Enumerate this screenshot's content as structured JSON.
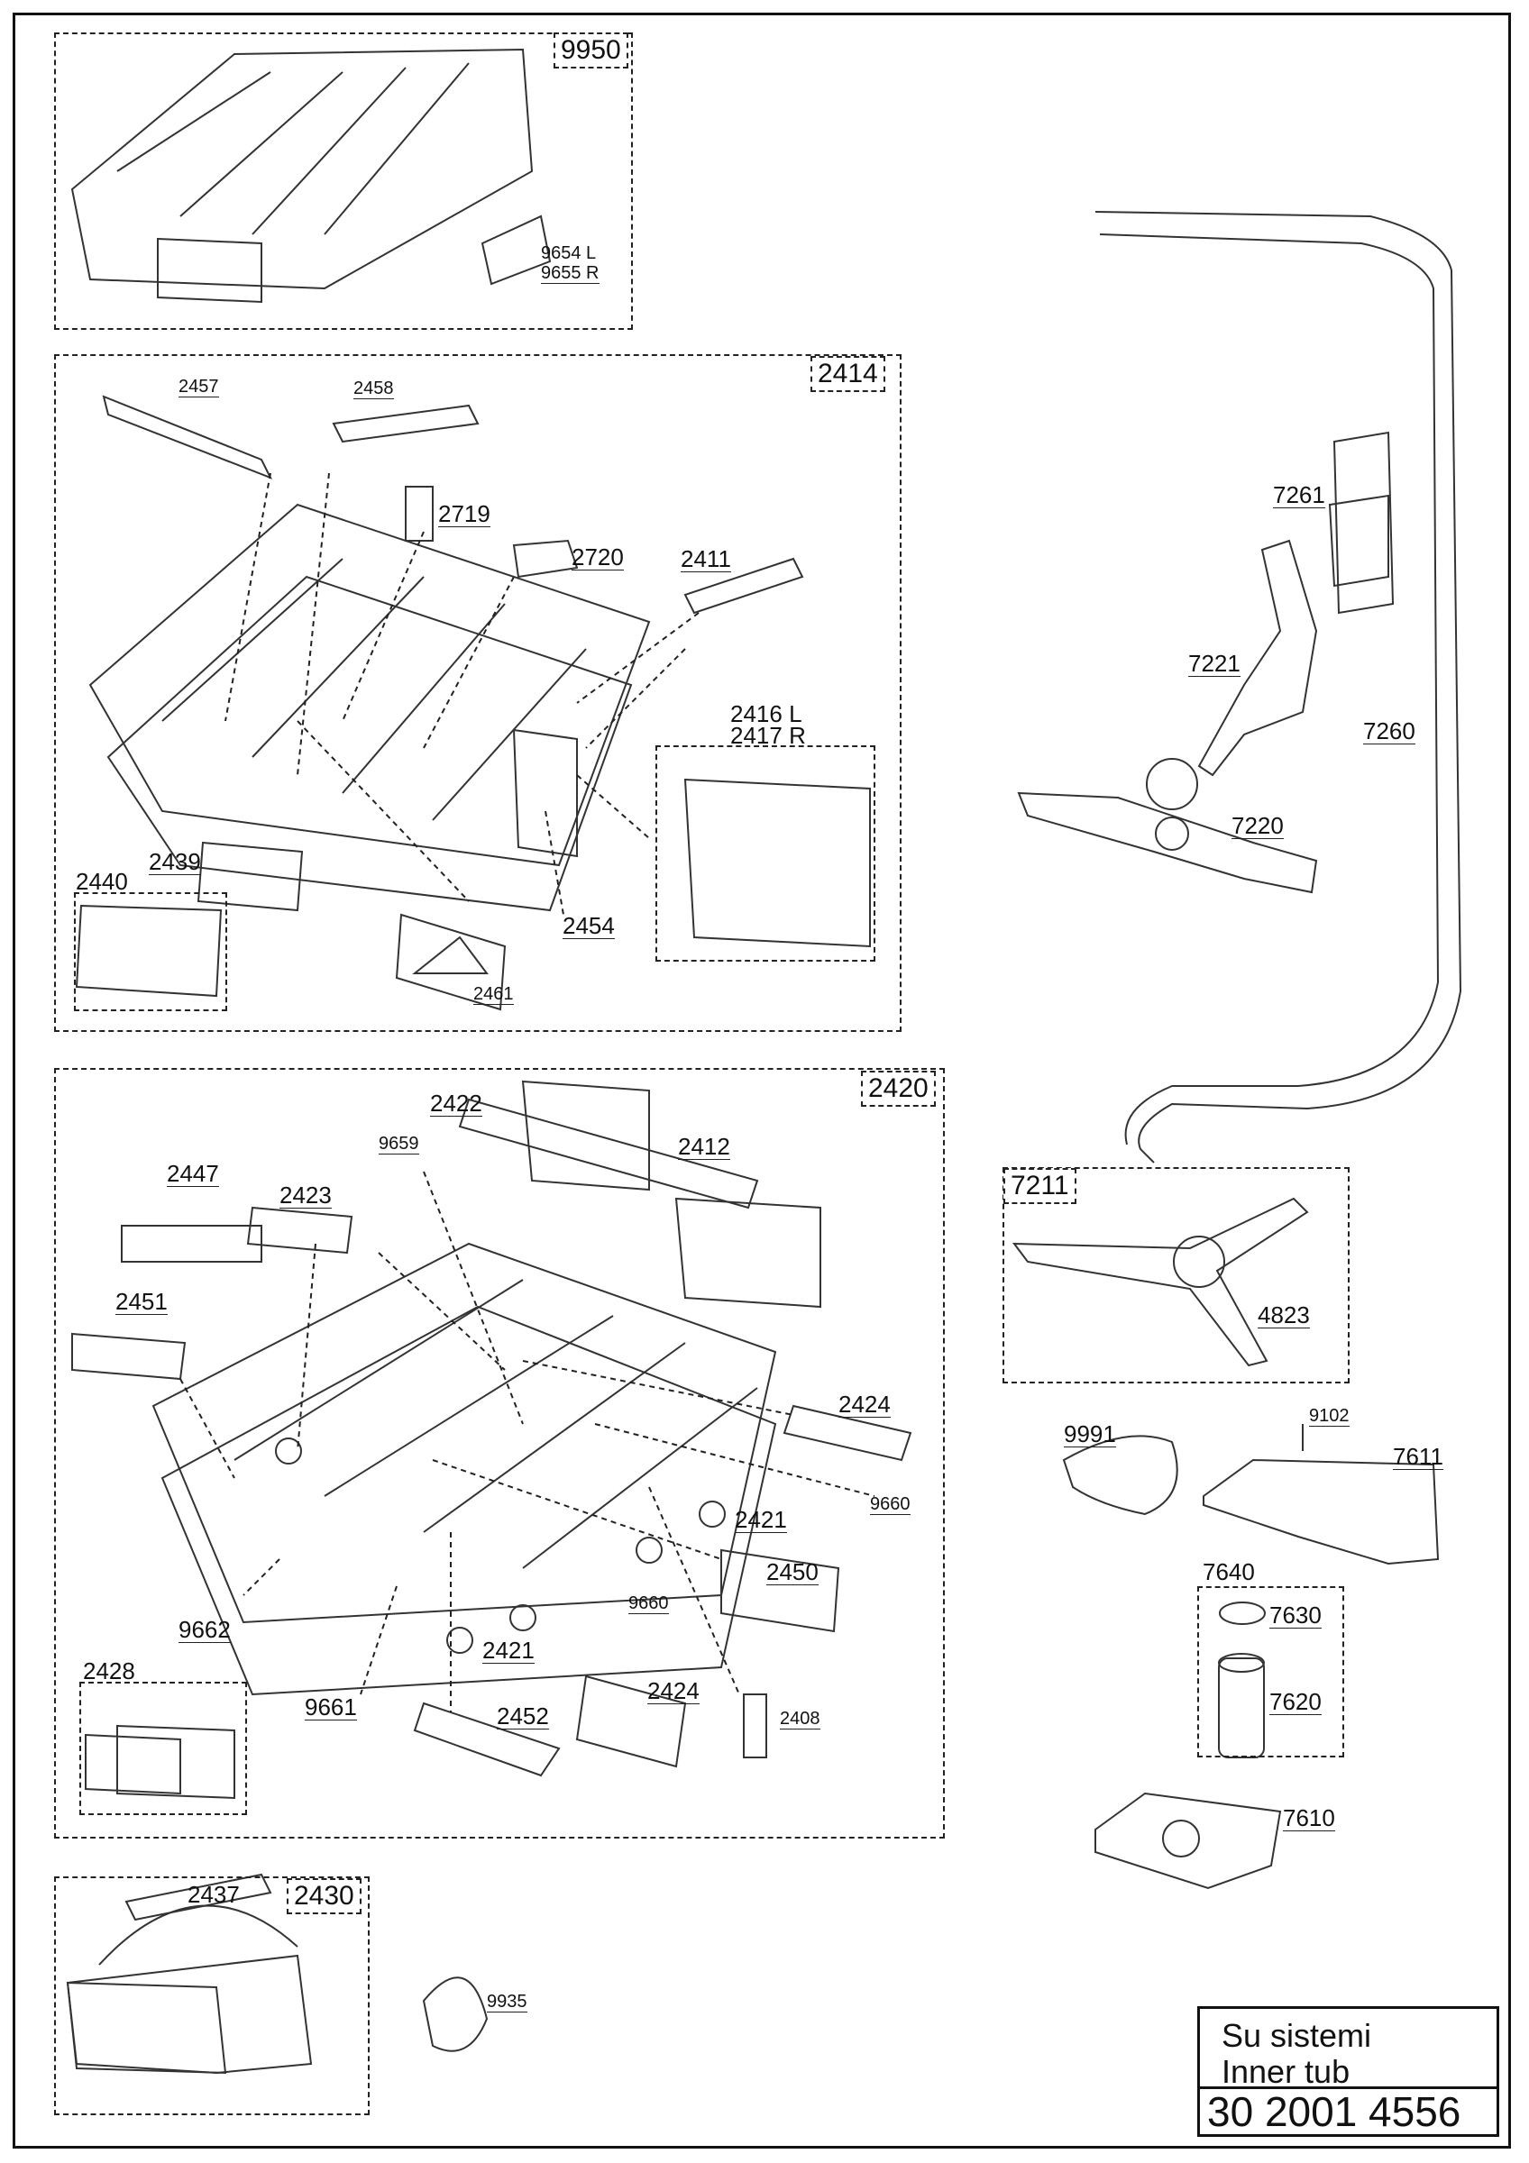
{
  "groups": {
    "g9950": "9950",
    "g2414": "2414",
    "g2420": "2420",
    "g2430": "2430",
    "g7211": "7211"
  },
  "labels": {
    "p9654": "9654 L",
    "p9655": "9655 R",
    "p2457": "2457",
    "p2458": "2458",
    "p2719": "2719",
    "p2720": "2720",
    "p2411": "2411",
    "p2416": "2416 L",
    "p2417": "2417 R",
    "p2439": "2439",
    "p2440": "2440",
    "p2454": "2454",
    "p2461": "2461",
    "p2422": "2422",
    "p2412": "2412",
    "p9659": "9659",
    "p2447": "2447",
    "p2423": "2423",
    "p2451": "2451",
    "p2424a": "2424",
    "p9660a": "9660",
    "p2421a": "2421",
    "p2450": "2450",
    "p9660b": "9660",
    "p9662": "9662",
    "p2421b": "2421",
    "p2424b": "2424",
    "p2428": "2428",
    "p9661": "9661",
    "p2452": "2452",
    "p2408": "2408",
    "p2437": "2437",
    "p9935": "9935",
    "p7261": "7261",
    "p7221": "7221",
    "p7260": "7260",
    "p7220": "7220",
    "p4823": "4823",
    "p9991": "9991",
    "p9102": "9102",
    "p7611": "7611",
    "p7640": "7640",
    "p7630": "7630",
    "p7620": "7620",
    "p7610": "7610"
  },
  "title": {
    "line1": "Su sistemi",
    "line2": "Inner tub",
    "number": "30 2001 4556"
  }
}
